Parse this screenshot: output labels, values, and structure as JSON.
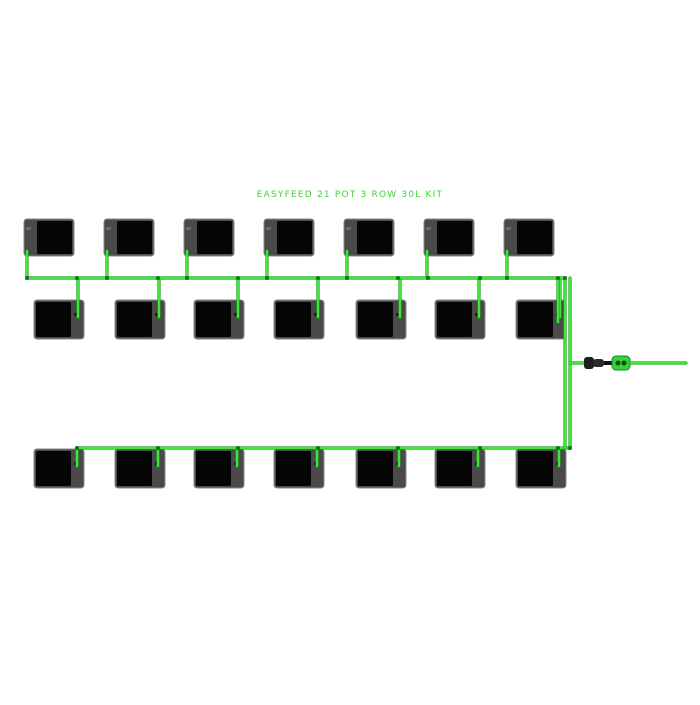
{
  "diagram": {
    "title": "EASYFEED 21 POT 3 ROW 30L KIT",
    "rows": 3,
    "pots_per_row": 7,
    "colors": {
      "pipe": "#3fe63a",
      "pipe_edge": "#1fa21d",
      "pot_body": "#4a4a4a",
      "pot_fill": "#050505",
      "pot_edge": "#8a8a8a",
      "connector_dark": "#1e1e1e",
      "connector_green": "#36d23a"
    },
    "icons": {
      "pot": "square-pot-icon",
      "valve": "valve-connector-icon",
      "inlet": "hose-inlet-icon"
    }
  }
}
